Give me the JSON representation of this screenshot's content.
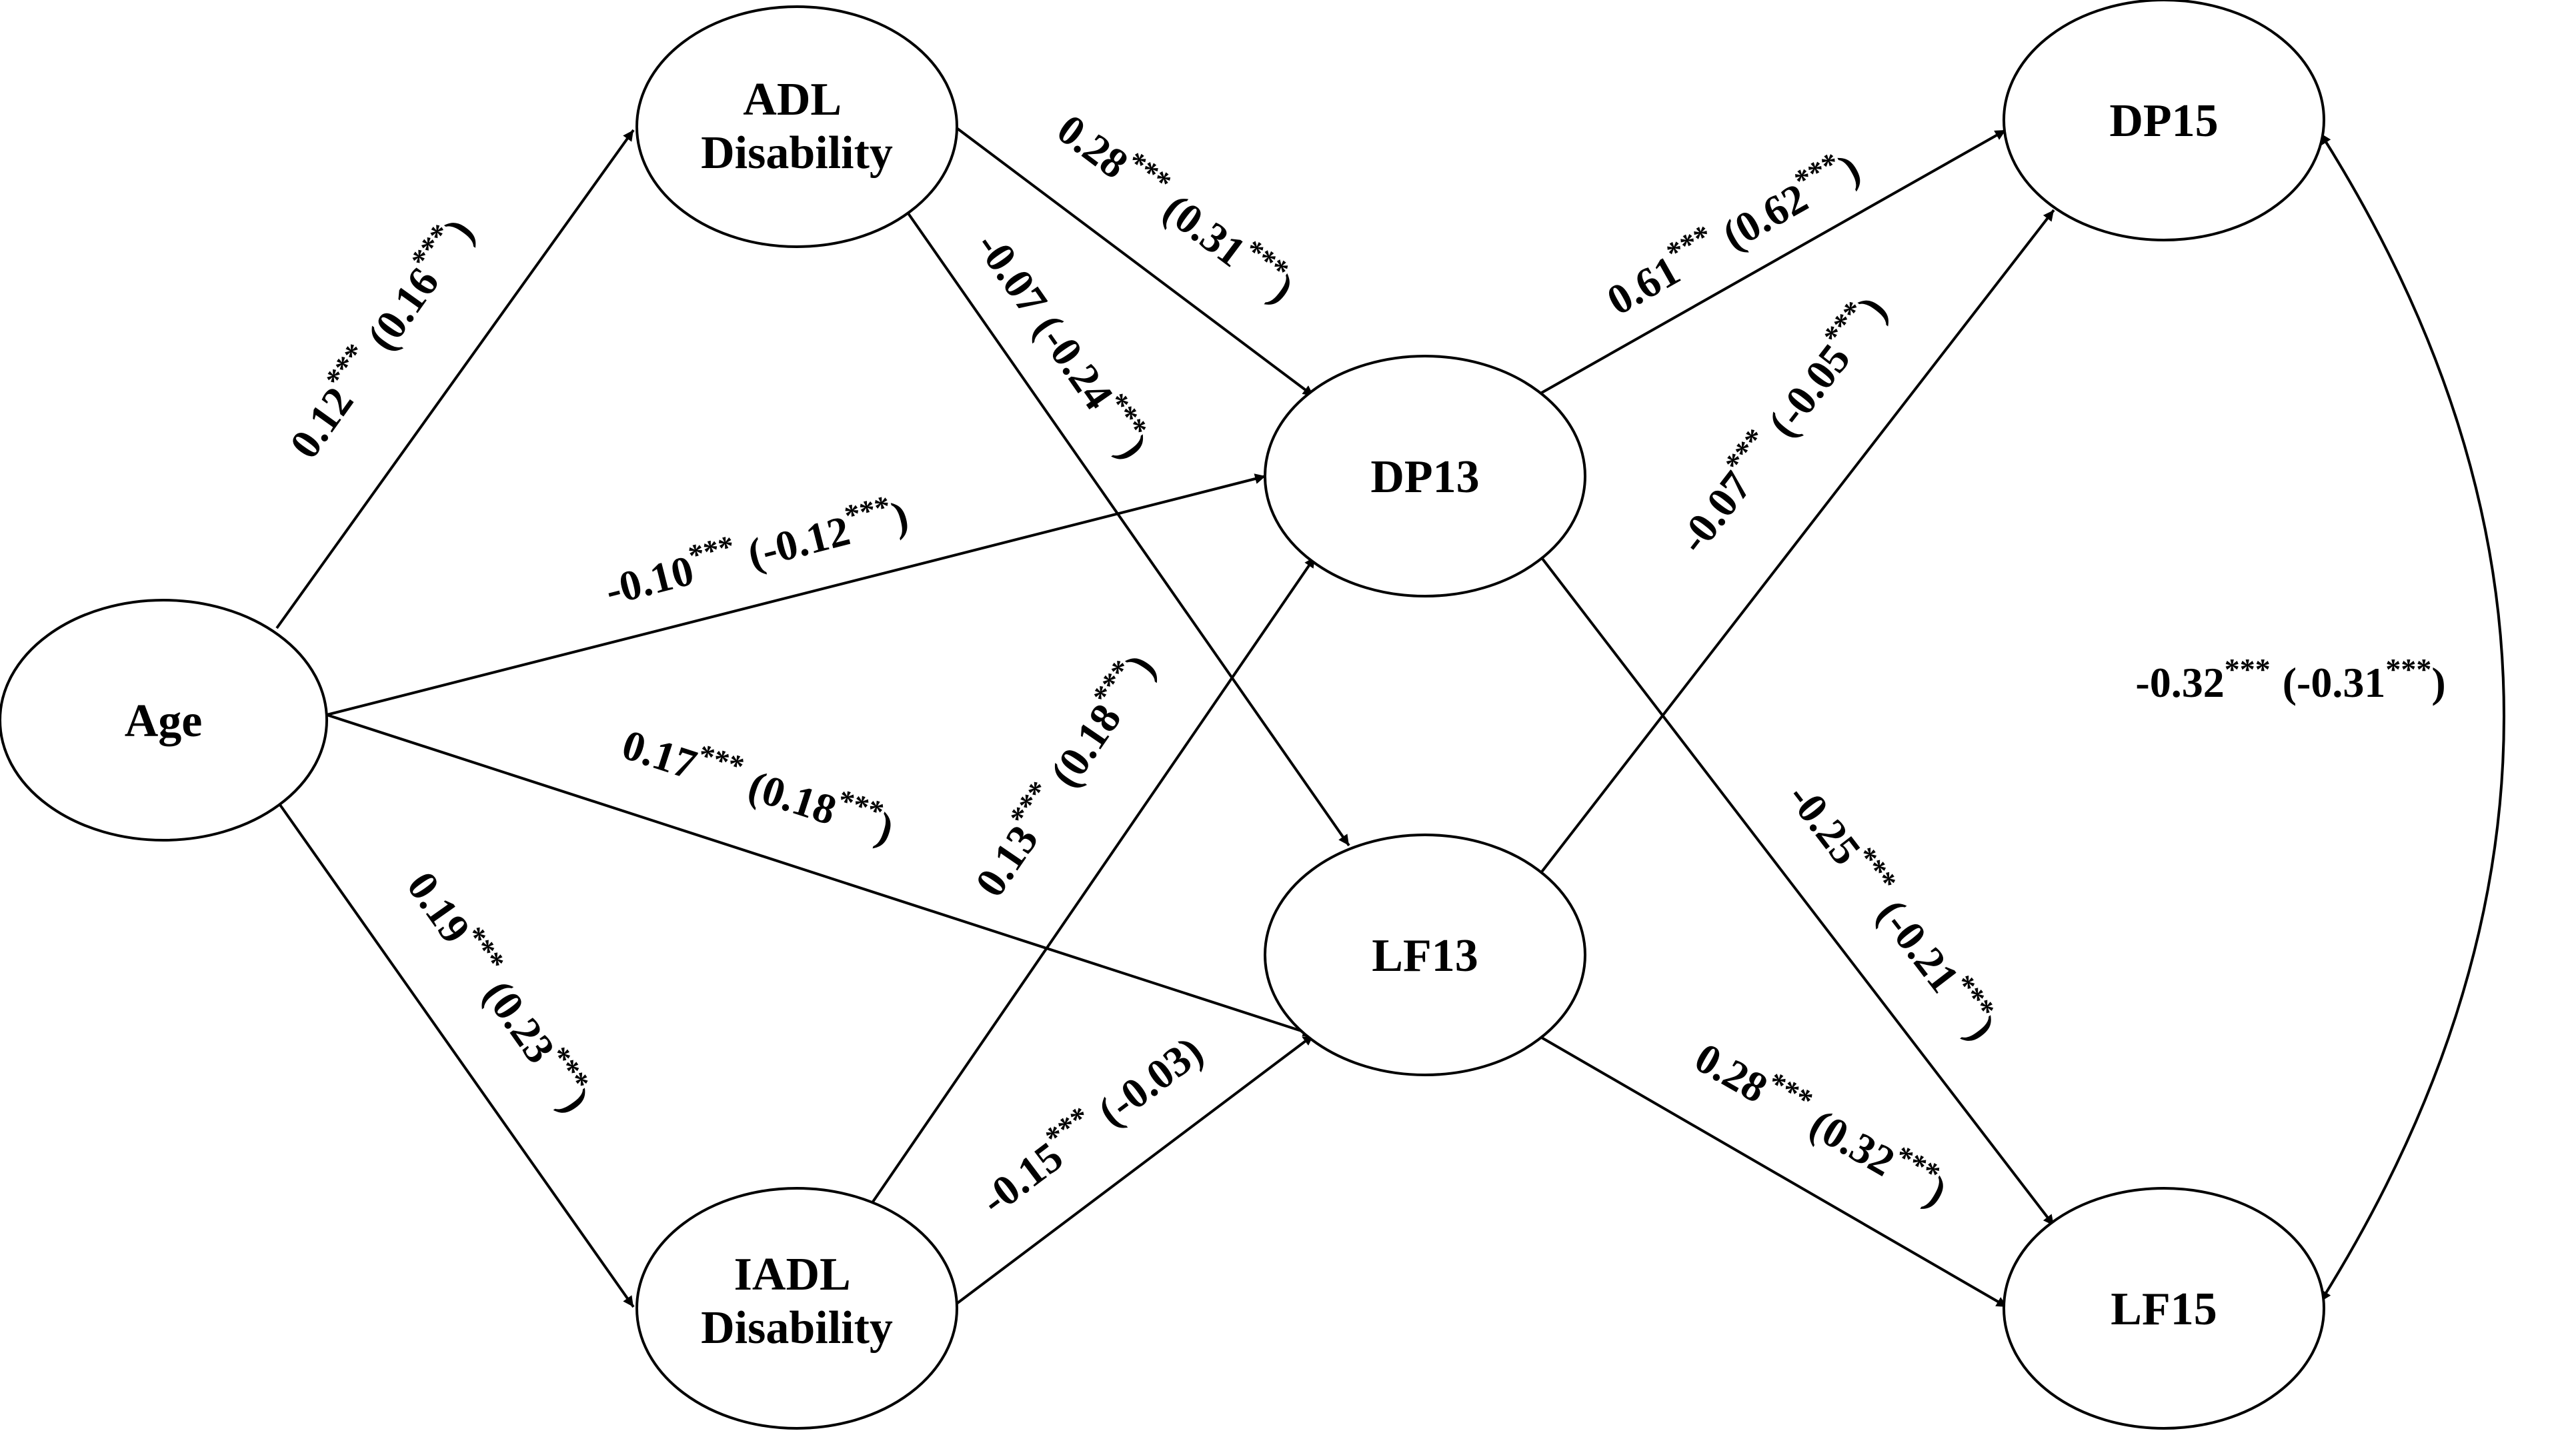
{
  "nodes": {
    "age": {
      "label": "Age"
    },
    "adl": {
      "label_line1": "ADL",
      "label_line2": "Disability"
    },
    "iadl": {
      "label_line1": "IADL",
      "label_line2": "Disability"
    },
    "dp13": {
      "label": "DP13"
    },
    "lf13": {
      "label": "LF13"
    },
    "dp15": {
      "label": "DP15"
    },
    "lf15": {
      "label": "LF15"
    }
  },
  "paths": {
    "age_adl": {
      "coef": "0.12",
      "sig": "***",
      "std": "(0.16",
      "std_sig": "***",
      "close": ")"
    },
    "age_iadl": {
      "coef": "0.19",
      "sig": "***",
      "std": "(0.23",
      "std_sig": "***",
      "close": ")"
    },
    "age_dp13": {
      "coef": "-0.10",
      "sig": "***",
      "std": "(-0.12",
      "std_sig": "***",
      "close": ")"
    },
    "age_lf13": {
      "coef": "0.17",
      "sig": "***",
      "std": "(0.18",
      "std_sig": "***",
      "close": ")"
    },
    "adl_dp13": {
      "coef": "0.28",
      "sig": "***",
      "std": "(0.31",
      "std_sig": "***",
      "close": ")"
    },
    "adl_lf13": {
      "coef": "-0.07",
      "sig": "",
      "std": "(-0.24",
      "std_sig": "***",
      "close": ")"
    },
    "iadl_dp13": {
      "coef": "0.13",
      "sig": "***",
      "std": "(0.18",
      "std_sig": "***",
      "close": ")"
    },
    "iadl_lf13": {
      "coef": "-0.15",
      "sig": "***",
      "std": "(-0.03)"
    },
    "dp13_dp15": {
      "coef": "0.61",
      "sig": "***",
      "std": "(0.62",
      "std_sig": "***",
      "close": ")"
    },
    "lf13_dp15": {
      "coef": "-0.07",
      "sig": "***",
      "std": "(-0.05",
      "std_sig": "***",
      "close": ")"
    },
    "dp13_lf15": {
      "coef": "-0.25",
      "sig": "***",
      "std": "(-0.21",
      "std_sig": "***",
      "close": ")"
    },
    "lf13_lf15": {
      "coef": "0.28",
      "sig": "***",
      "std": "(0.32",
      "std_sig": "***",
      "close": ")"
    },
    "dp15_lf15": {
      "coef": "-0.32",
      "sig": "***",
      "std": "(-0.31",
      "std_sig": "***",
      "close": ")"
    }
  }
}
